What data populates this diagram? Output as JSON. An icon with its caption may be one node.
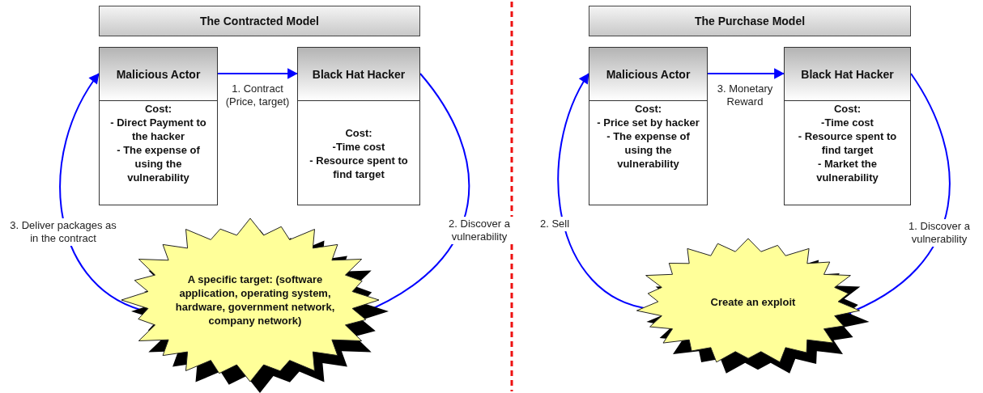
{
  "diagram": {
    "nodes": [
      {
        "text": [
          "The Contracted Model"
        ]
      },
      {
        "text": [
          "Malicious Actor",
          "Cost:",
          "- Direct Payment to the hacker",
          "- The expense of using the vulnerability"
        ]
      },
      {
        "text": [
          "Black Hat Hacker",
          "Cost:",
          "-Time cost",
          "- Resource spent to find target"
        ]
      },
      {
        "text": [
          "A specific target: (software application, operating system, hardware, government network, company network)"
        ]
      },
      {
        "text": [
          "The Purchase Model"
        ]
      },
      {
        "text": [
          "Malicious Actor",
          "Cost:",
          "- Price set by hacker",
          "- The expense of using the vulnerability"
        ]
      },
      {
        "text": [
          "Black Hat Hacker",
          "Cost:",
          "-Time cost",
          "- Resource spent to find target",
          "- Market the vulnerability"
        ]
      },
      {
        "text": [
          "Create an exploit"
        ]
      }
    ],
    "edges": [
      {
        "from": 1,
        "to": 2,
        "arrow": "to",
        "label": "1. Contract (Price, target)"
      },
      {
        "from": 2,
        "to": 3,
        "arrow": "to",
        "label": "2. Discover a vulnerability"
      },
      {
        "from": 3,
        "to": 1,
        "arrow": "to",
        "label": "3. Deliver packages as in the contract"
      },
      {
        "from": 5,
        "to": 6,
        "arrow": "to",
        "label": "3. Monetary Reward"
      },
      {
        "from": 6,
        "to": 7,
        "arrow": "to",
        "label": "1. Discover a vulnerability"
      },
      {
        "from": 7,
        "to": 5,
        "arrow": "to",
        "label": "2. Sell"
      }
    ]
  }
}
